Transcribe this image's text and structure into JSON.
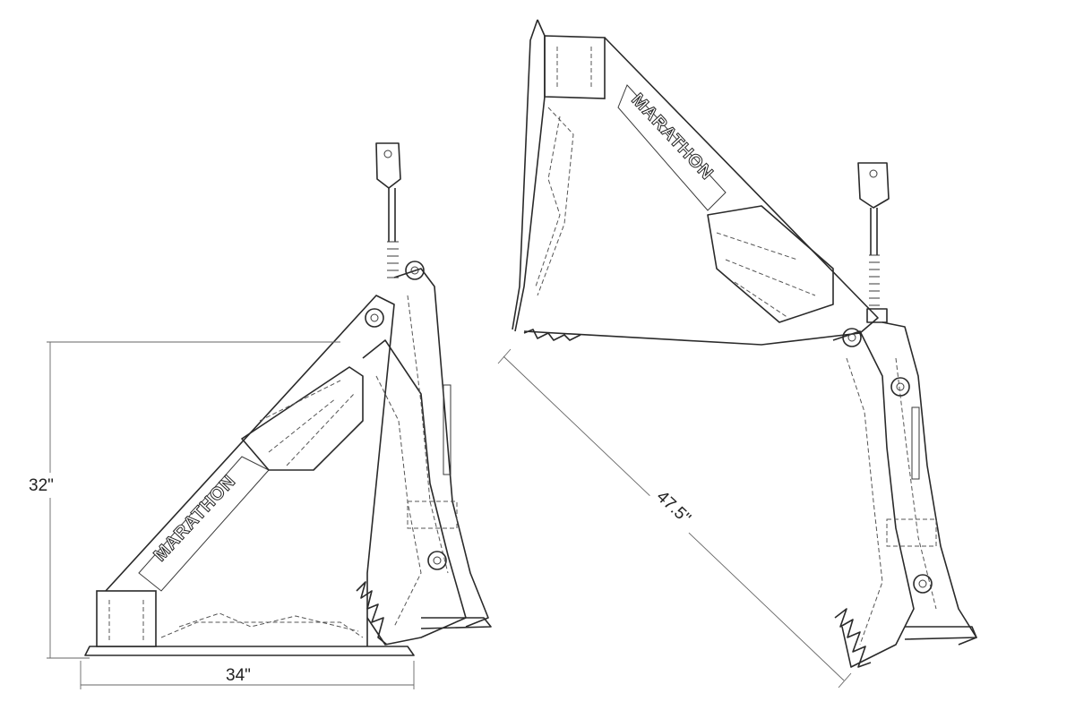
{
  "brand_text": "MARATHON",
  "dimensions": {
    "height": "32\"",
    "width": "34\"",
    "reach": "47.5\""
  },
  "colors": {
    "line": "#2a2a2a",
    "background": "#ffffff"
  }
}
